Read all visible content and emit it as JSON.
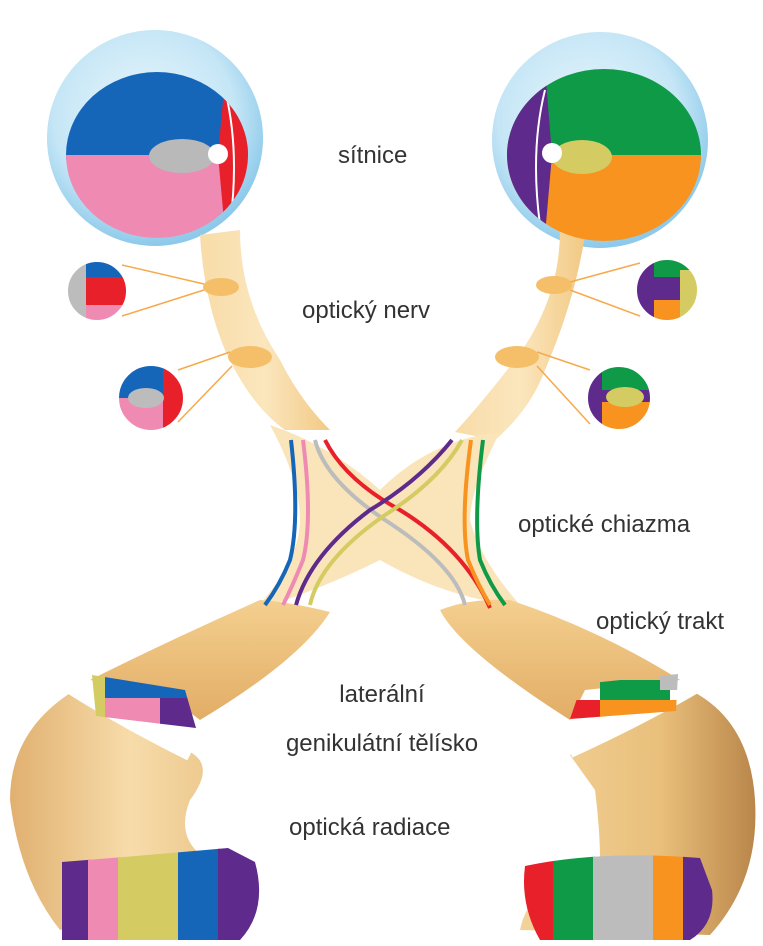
{
  "labels": {
    "retina": "sítnice",
    "optic_nerve": "optický nerv",
    "optic_chiasm": "optické chiazma",
    "optic_tract": "optický trakt",
    "lgn_line1": "laterální",
    "lgn_line2": "genikulátní tělísko",
    "optic_radiation": "optická radiace"
  },
  "colors": {
    "blue": "#1565b8",
    "red": "#e8202a",
    "pink": "#ef8bb3",
    "purple": "#5e2a8c",
    "green": "#0f9a48",
    "orange": "#f7931e",
    "olive": "#d4cc62",
    "gray": "#bcbcbc",
    "tissue": "#f6d9a0",
    "tissue_dark": "#d9a45a",
    "eye": "#bfe4f5"
  }
}
